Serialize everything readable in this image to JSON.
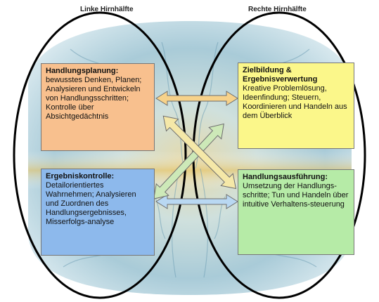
{
  "headers": {
    "left": "Linke Hirnhälfte",
    "right": "Rechte Hirnhälfte"
  },
  "boxes": {
    "handlungsplanung": {
      "title": "Handlungsplanung:",
      "text": "bewusstes Denken, Planen; Analysieren und Entwickeln von Handlungsschritten; Kontrolle über Absichtgedächtnis",
      "color": "#f8c08e"
    },
    "zielbildung": {
      "title": "Zielbildung & Ergebnisverwertung",
      "text": "Kreative Problemlösung, Ideenfindung; Steuern, Koordinieren und Handeln aus dem Überblick",
      "color": "#fbf78a"
    },
    "ergebniskontrolle": {
      "title": "Ergebniskontrolle:",
      "text": "Detailorientiertes Wahrnehmen; Analysieren und Zuordnen des Handlungsergebnisses, Misserfolgs-analyse",
      "color": "#8db9ec"
    },
    "handlungsausfuehrung": {
      "title": "Handlungsausführung:",
      "text": "Umsetzung der Handlungs-schritte; Tun und Handeln über intuitive Verhaltens-steuerung",
      "color": "#b6eba7"
    }
  },
  "arrows": {
    "horizontal_top": "#f7d28a",
    "horizontal_bottom": "#b9d8f2",
    "diagonal_up": "#cde9b8",
    "diagonal_down": "#f5e8a8"
  }
}
